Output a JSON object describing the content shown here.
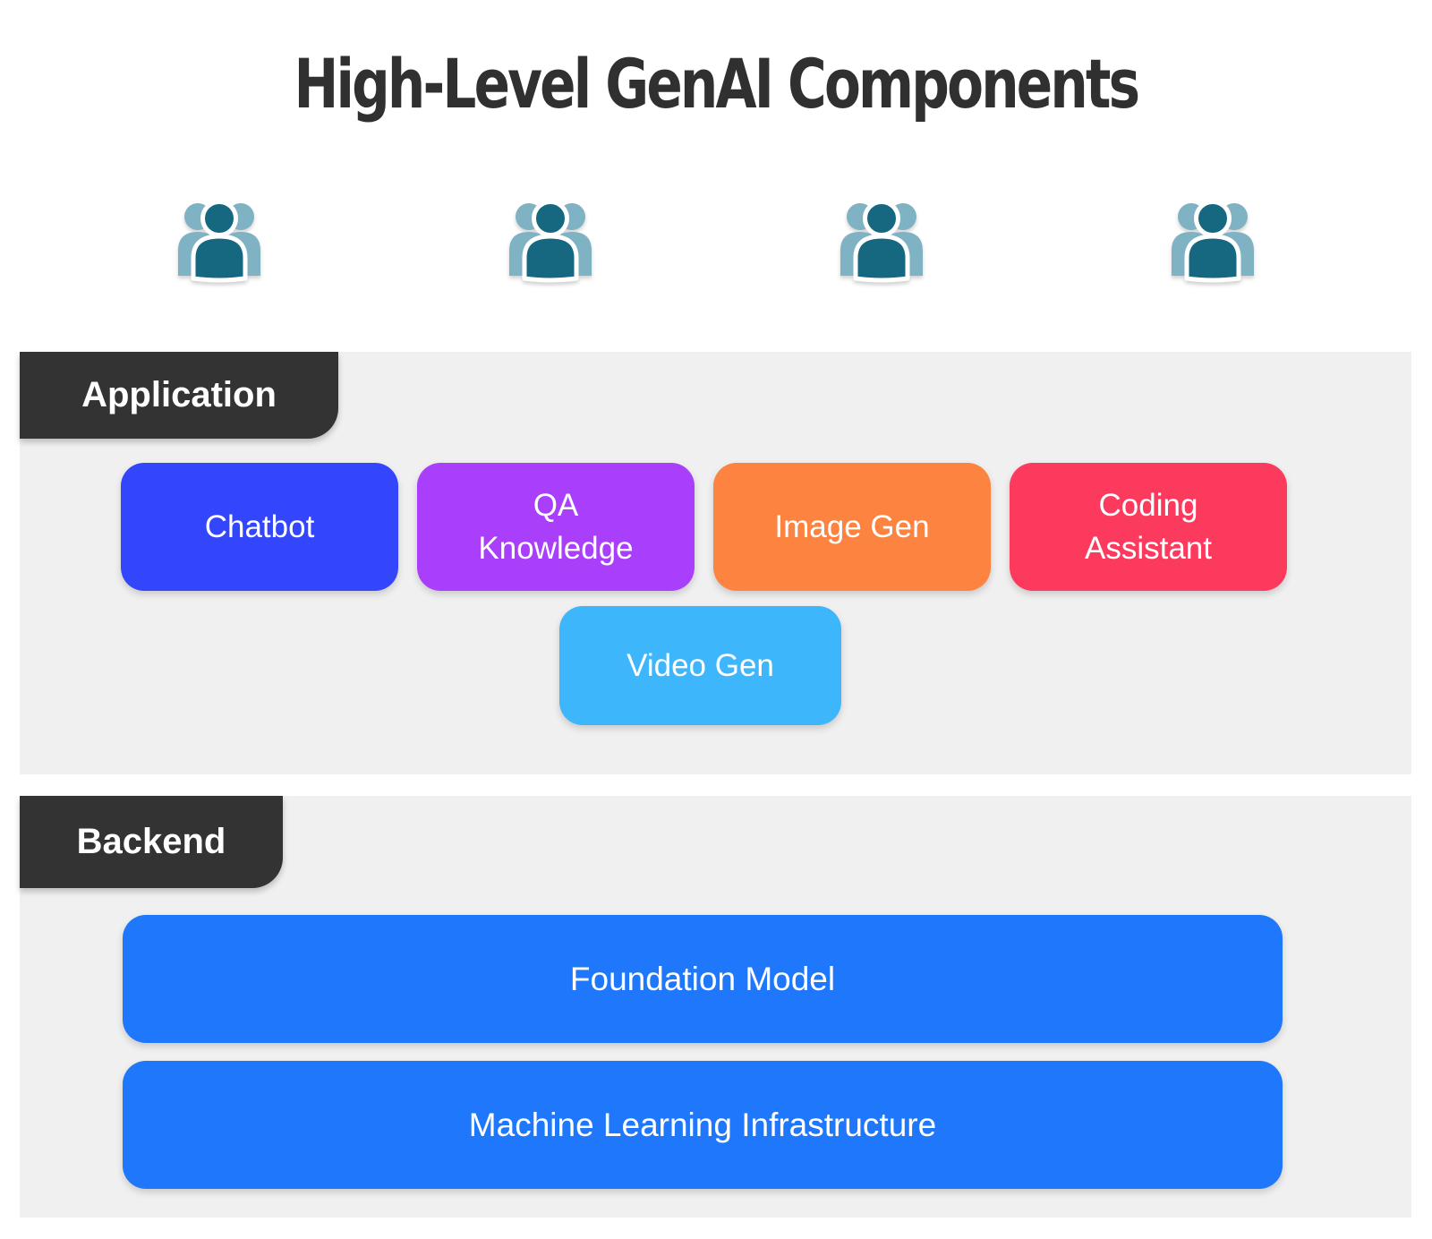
{
  "title": "High-Level GenAI Components",
  "users": {
    "count": 4,
    "icon": "user-group-icon",
    "icon_colors": {
      "front": "#156880",
      "back": "#7fb2c3",
      "outline": "#ffffff"
    }
  },
  "application": {
    "label": "Application",
    "boxes": [
      {
        "label": "Chatbot",
        "color": "#3346fb"
      },
      {
        "label": "QA\nKnowledge",
        "color": "#a93ffa"
      },
      {
        "label": "Image Gen",
        "color": "#fc8340"
      },
      {
        "label": "Coding\nAssistant",
        "color": "#fb3a5e"
      },
      {
        "label": "Video Gen",
        "color": "#3eb6fb"
      }
    ]
  },
  "backend": {
    "label": "Backend",
    "boxes": [
      {
        "label": "Foundation Model",
        "color": "#1f78fb"
      },
      {
        "label": "Machine Learning Infrastructure",
        "color": "#1f78fb"
      }
    ]
  },
  "theme": {
    "panel_background": "#f0f0f0",
    "tab_background": "#333333",
    "title_color": "#303030",
    "page_background": "#ffffff"
  }
}
